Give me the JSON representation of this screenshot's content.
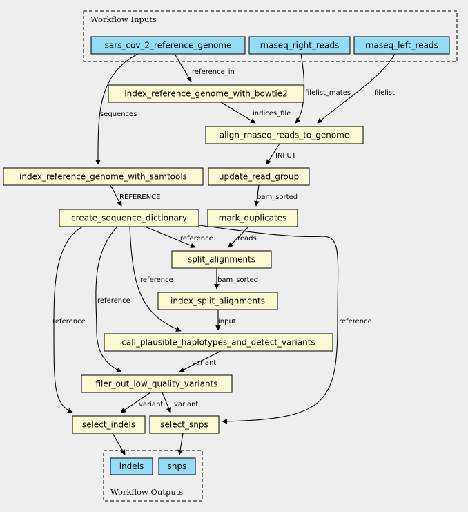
{
  "colors": {
    "background": "#eeeeee",
    "io_node_fill": "#94ddf4",
    "step_node_fill": "#fafad2",
    "stroke": "#000000"
  },
  "clusters": {
    "inputs": {
      "label": "Workflow Inputs"
    },
    "outputs": {
      "label": "Workflow Outputs"
    }
  },
  "nodes": {
    "sars_ref": {
      "label": "sars_cov_2_reference_genome",
      "kind": "io"
    },
    "right_reads": {
      "label": "rnaseq_right_reads",
      "kind": "io"
    },
    "left_reads": {
      "label": "rnaseq_left_reads",
      "kind": "io"
    },
    "index_bowtie": {
      "label": "index_reference_genome_with_bowtie2",
      "kind": "step"
    },
    "align": {
      "label": "align_rnaseq_reads_to_genome",
      "kind": "step"
    },
    "index_samtools": {
      "label": "index_reference_genome_with_samtools",
      "kind": "step"
    },
    "update_rg": {
      "label": "update_read_group",
      "kind": "step"
    },
    "create_dict": {
      "label": "create_sequence_dictionary",
      "kind": "step"
    },
    "mark_dup": {
      "label": "mark_duplicates",
      "kind": "step"
    },
    "split_align": {
      "label": "split_alignments",
      "kind": "step"
    },
    "index_split": {
      "label": "index_split_alignments",
      "kind": "step"
    },
    "call_haplo": {
      "label": "call_plausible_haplotypes_and_detect_variants",
      "kind": "step"
    },
    "filter_low": {
      "label": "filer_out_low_quality_variants",
      "kind": "step"
    },
    "select_indels": {
      "label": "select_indels",
      "kind": "step"
    },
    "select_snps": {
      "label": "select_snps",
      "kind": "step"
    },
    "indels": {
      "label": "indels",
      "kind": "io"
    },
    "snps": {
      "label": "snps",
      "kind": "io"
    }
  },
  "edges": [
    {
      "from": "sars_ref",
      "to": "index_bowtie",
      "label": "reference_in"
    },
    {
      "from": "sars_ref",
      "to": "index_samtools",
      "label": "sequences"
    },
    {
      "from": "right_reads",
      "to": "align",
      "label": "filelist_mates"
    },
    {
      "from": "left_reads",
      "to": "align",
      "label": "filelist"
    },
    {
      "from": "index_bowtie",
      "to": "align",
      "label": "indices_file"
    },
    {
      "from": "align",
      "to": "update_rg",
      "label": "INPUT"
    },
    {
      "from": "index_samtools",
      "to": "create_dict",
      "label": "REFERENCE"
    },
    {
      "from": "update_rg",
      "to": "mark_dup",
      "label": "bam_sorted"
    },
    {
      "from": "create_dict",
      "to": "split_align",
      "label": "reference"
    },
    {
      "from": "mark_dup",
      "to": "split_align",
      "label": "reads"
    },
    {
      "from": "split_align",
      "to": "index_split",
      "label": "bam_sorted"
    },
    {
      "from": "create_dict",
      "to": "call_haplo",
      "label": "reference"
    },
    {
      "from": "index_split",
      "to": "call_haplo",
      "label": "input"
    },
    {
      "from": "create_dict",
      "to": "filter_low",
      "label": "reference"
    },
    {
      "from": "call_haplo",
      "to": "filter_low",
      "label": "variant"
    },
    {
      "from": "create_dict",
      "to": "select_indels",
      "label": "reference"
    },
    {
      "from": "filter_low",
      "to": "select_indels",
      "label": "variant"
    },
    {
      "from": "filter_low",
      "to": "select_snps",
      "label": "variant"
    },
    {
      "from": "create_dict",
      "to": "select_snps",
      "label": "reference"
    },
    {
      "from": "select_indels",
      "to": "indels",
      "label": ""
    },
    {
      "from": "select_snps",
      "to": "snps",
      "label": ""
    }
  ]
}
